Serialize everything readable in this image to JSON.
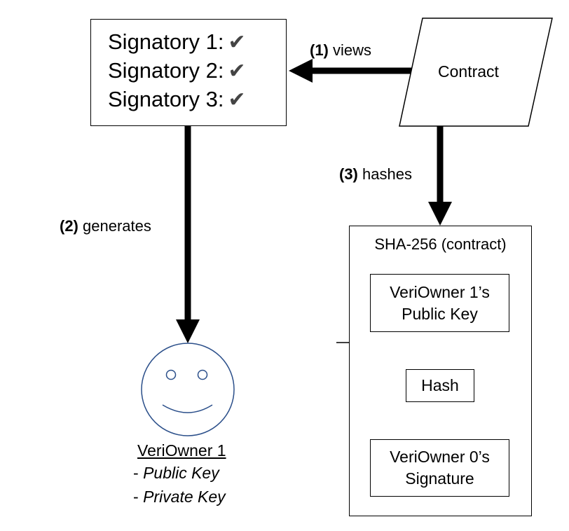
{
  "signatories": {
    "items": [
      {
        "label": "Signatory 1:",
        "check": "✔"
      },
      {
        "label": "Signatory 2:",
        "check": "✔"
      },
      {
        "label": "Signatory 3:",
        "check": "✔"
      }
    ]
  },
  "contract": {
    "label": "Contract"
  },
  "edges": {
    "views": {
      "step": "(1)",
      "text": " views"
    },
    "generates": {
      "step": "(2)",
      "text": " generates"
    },
    "hashes": {
      "step": "(3)",
      "text": " hashes"
    }
  },
  "sha_box": {
    "title": "SHA-256 (contract)",
    "public_key_box": {
      "line1": "VeriOwner 1’s",
      "line2": "Public Key"
    },
    "hash_box": {
      "label": "Hash"
    },
    "signature_box": {
      "line1": "VeriOwner 0’s",
      "line2": "Signature"
    }
  },
  "owner": {
    "name": "VeriOwner 1",
    "public_key": "Public Key",
    "private_key": "Private Key",
    "bullet": "- "
  }
}
